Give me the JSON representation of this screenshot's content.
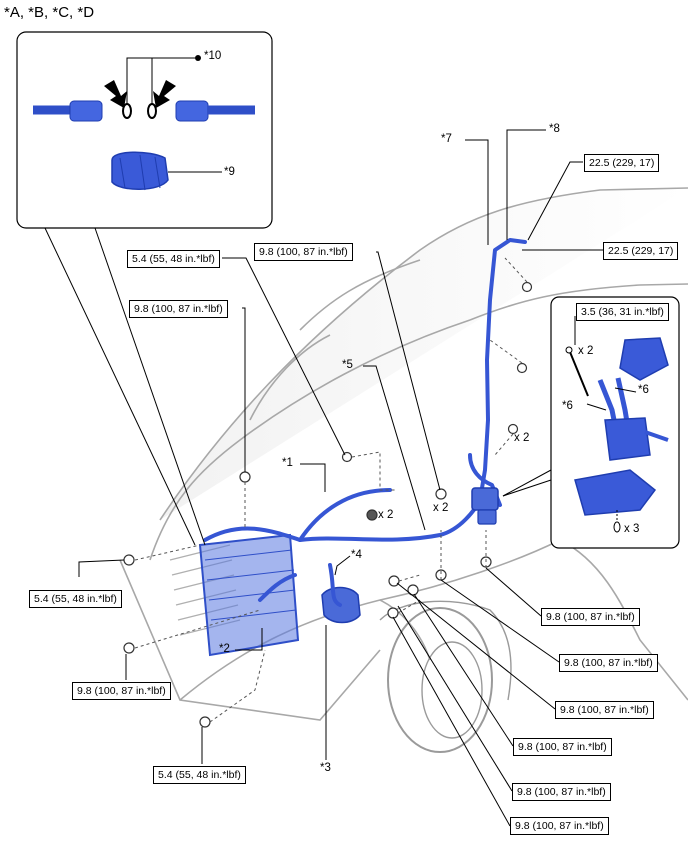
{
  "title": "*A, *B, *C, *D",
  "callouts": {
    "c1": "*1",
    "c2": "*2",
    "c3": "*3",
    "c4": "*4",
    "c5": "*5",
    "c6a": "*6",
    "c6b": "*6",
    "c7": "*7",
    "c8": "*8",
    "c9": "*9",
    "c10": "*10"
  },
  "torques": {
    "t_22_5_a": "22.5 (229, 17)",
    "t_22_5_b": "22.5 (229, 17)",
    "t_3_5": "3.5 (36, 31 in.*lbf)",
    "t_5_4_top": "5.4 (55, 48 in.*lbf)",
    "t_9_8_top": "9.8 (100, 87 in.*lbf)",
    "t_9_8_left": "9.8 (100, 87 in.*lbf)",
    "t_5_4_left": "5.4 (55, 48 in.*lbf)",
    "t_9_8_lowleft": "9.8 (100, 87 in.*lbf)",
    "t_5_4_bottom": "5.4 (55, 48 in.*lbf)",
    "t_9_8_r1": "9.8 (100, 87 in.*lbf)",
    "t_9_8_r2": "9.8 (100, 87 in.*lbf)",
    "t_9_8_r3": "9.8 (100, 87 in.*lbf)",
    "t_9_8_r4": "9.8 (100, 87 in.*lbf)",
    "t_9_8_r5": "9.8 (100, 87 in.*lbf)",
    "t_9_8_r6": "9.8 (100, 87 in.*lbf)"
  },
  "quantities": {
    "q_x2_a": "x 2",
    "q_x2_b": "x 2",
    "q_x2_c": "x 2",
    "q_x2_d": "x 2",
    "q_x3": "x 3"
  },
  "colors": {
    "part_blue": "#2f4fc8",
    "car_grey": "#9a9a9a",
    "leader": "#000000"
  }
}
